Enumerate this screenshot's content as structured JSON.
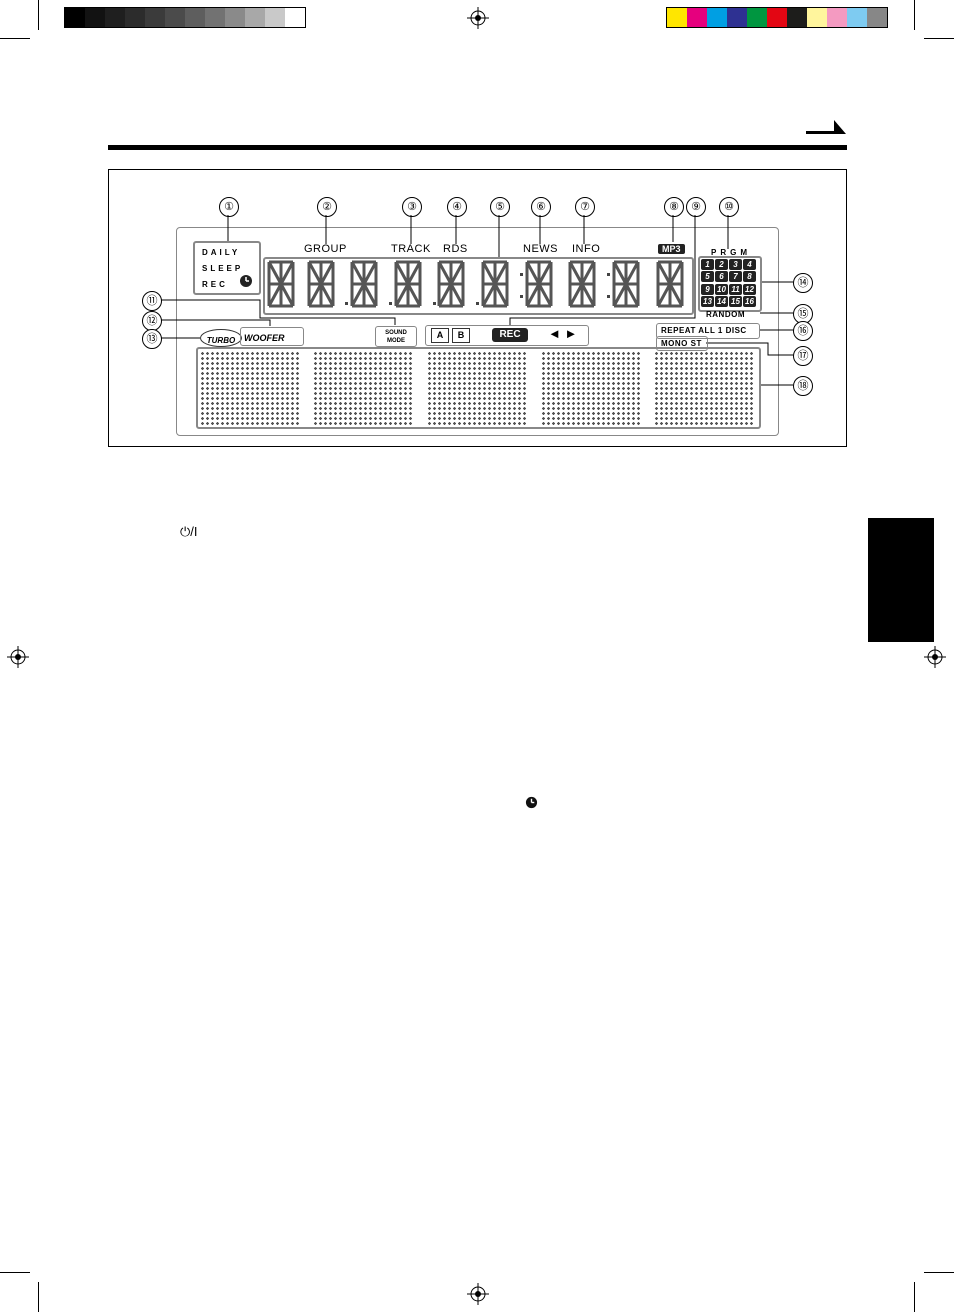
{
  "color_bars": {
    "grays": [
      "#000000",
      "#121212",
      "#1f1f1f",
      "#2c2c2c",
      "#3b3b3b",
      "#4b4b4b",
      "#5e5e5e",
      "#727272",
      "#8a8a8a",
      "#a8a8a8",
      "#c9c9c9",
      "#ffffff"
    ],
    "colors": [
      "#ffe600",
      "#e6007e",
      "#009fe3",
      "#2e3192",
      "#009640",
      "#e30613",
      "#1d1d1b",
      "#fff59d",
      "#f49ac1",
      "#7ecbf1",
      "#878787"
    ]
  },
  "callouts": [
    "①",
    "②",
    "③",
    "④",
    "⑤",
    "⑥",
    "⑦",
    "⑧",
    "⑨",
    "⑩",
    "⑪",
    "⑫",
    "⑬",
    "⑭",
    "⑮",
    "⑯",
    "⑰",
    "⑱"
  ],
  "display": {
    "timer": [
      "DAILY",
      "SLEEP",
      "REC"
    ],
    "group": "GROUP",
    "track": "TRACK",
    "rds": "RDS",
    "news": "NEWS",
    "info": "INFO",
    "mp3": "MP3",
    "prgm": "PRGM",
    "prgm_numbers": [
      "1",
      "2",
      "3",
      "4",
      "5",
      "6",
      "7",
      "8",
      "9",
      "10",
      "11",
      "12",
      "13",
      "14",
      "15",
      "16"
    ],
    "random": "RANDOM",
    "sound_mode": [
      "SOUND",
      "MODE"
    ],
    "turbo": "TURBO",
    "woofer": "WOOFER",
    "ab": [
      "A",
      "B"
    ],
    "rec": "REC",
    "arrows": "◄ ►",
    "repeat": "REPEAT ALL 1 DISC",
    "mono_st": "MONO ST"
  },
  "body_symbols": {
    "power": "⏻/I",
    "clock": "◕"
  }
}
